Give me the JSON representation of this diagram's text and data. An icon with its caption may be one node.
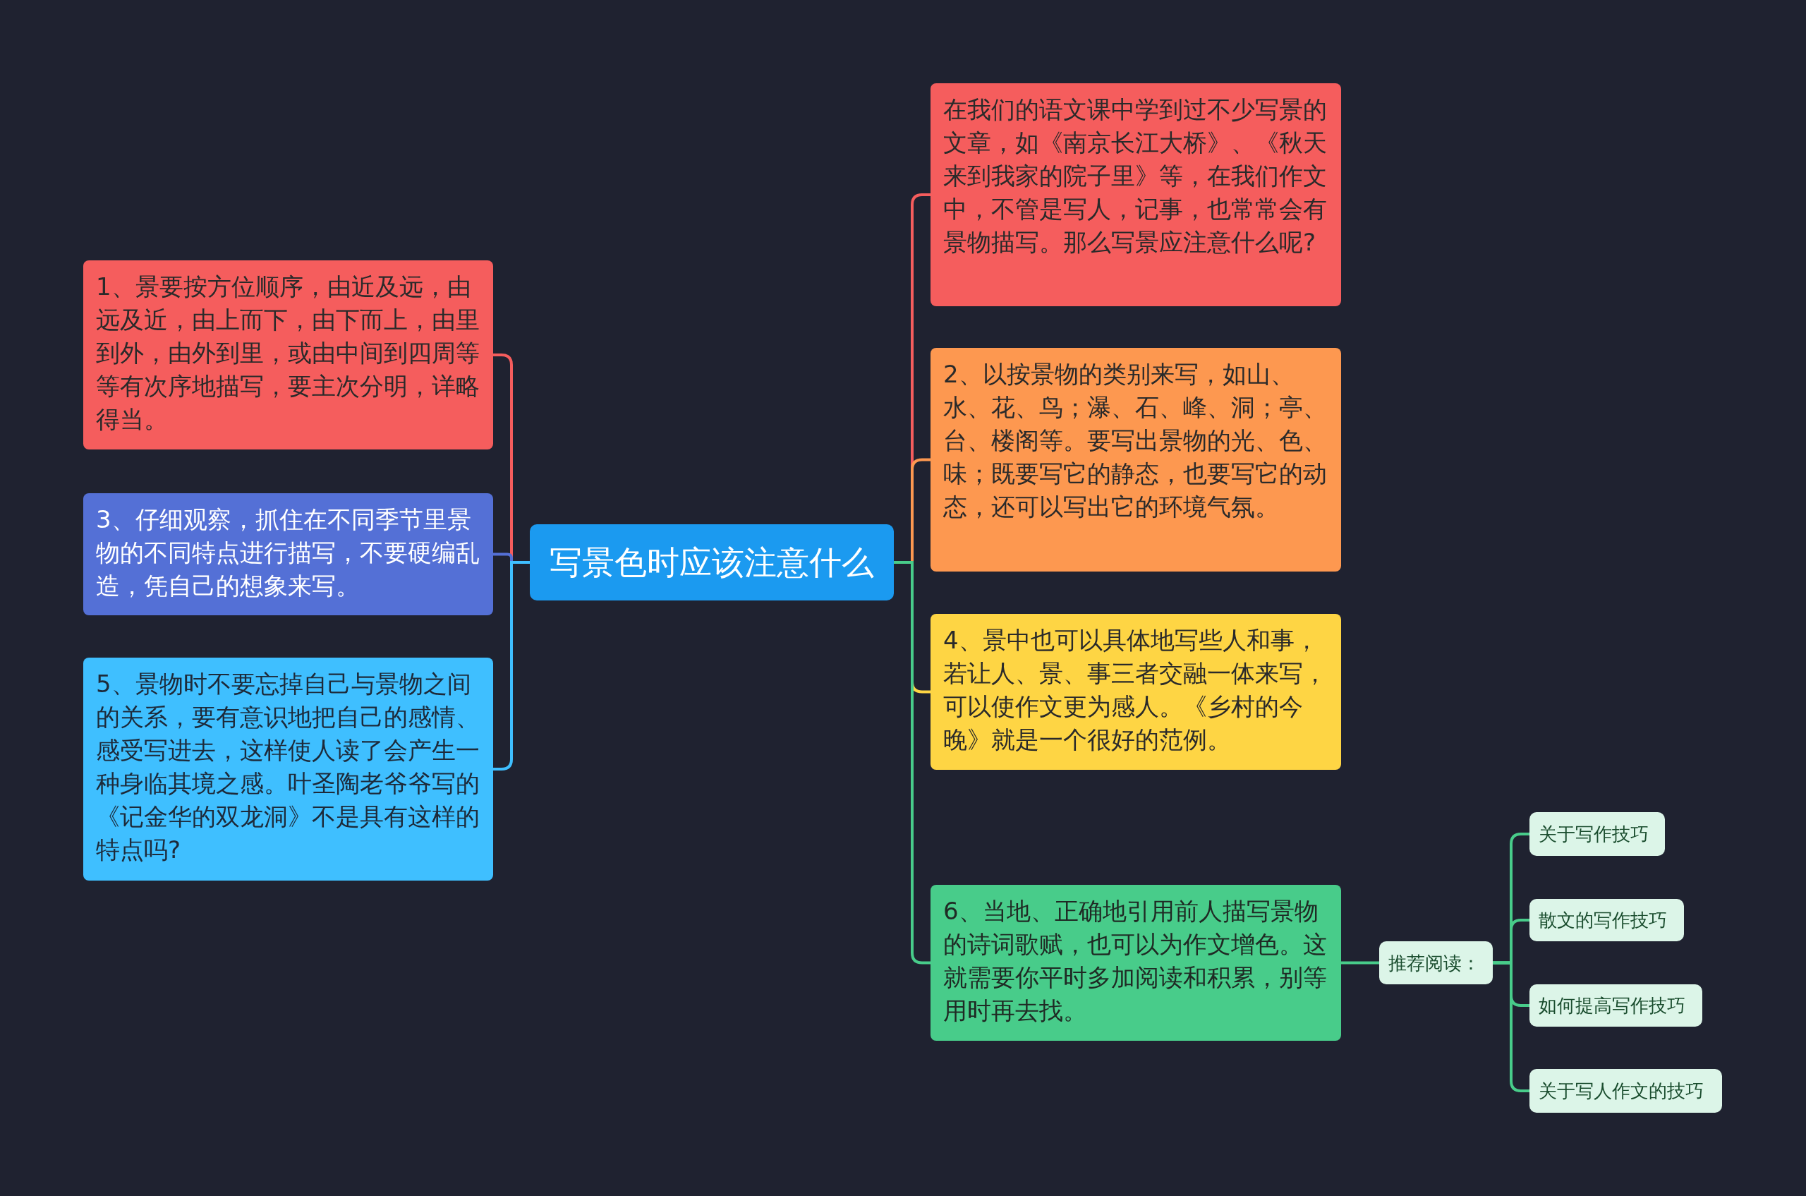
{
  "diagram": {
    "nodes": [
      {
        "text": [
          "写景色时应该注意什么"
        ]
      },
      {
        "text": [
          "在我们的语文课中学到过不少写景的文章，如《南京长江大桥》、《秋天来到我家的院子里》等，在我们作文中，不管是写人，记事，也常常会有景物描写。那么写景应注意什么呢?"
        ]
      },
      {
        "text": [
          "1、景要按方位顺序，由近及远，由远及近，由上而下，由下而上，由里到外，由外到里，或由中间到四周等等有次序地描写，要主次分明，详略得当。"
        ]
      },
      {
        "text": [
          "2、以按景物的类别来写，如山、水、花、鸟；瀑、石、峰、洞；亭、台、楼阁等。要写出景物的光、色、味；既要写它的静态，也要写它的动态，还可以写出它的环境气氛。"
        ]
      },
      {
        "text": [
          "3、仔细观察，抓住在不同季节里景物的不同特点进行描写，不要硬编乱造，凭自己的想象来写。"
        ]
      },
      {
        "text": [
          "4、景中也可以具体地写些人和事，若让人、景、事三者交融一体来写，可以使作文更为感人。《乡村的今晚》就是一个很好的范例。"
        ]
      },
      {
        "text": [
          "5、景物时不要忘掉自己与景物之间的关系，要有意识地把自己的感情、感受写进去，这样使人读了会产生一种身临其境之感。叶圣陶老爷爷写的《记金华的双龙洞》不是具有这样的特点吗?"
        ]
      },
      {
        "text": [
          "6、当地、正确地引用前人描写景物的诗词歌赋，也可以为作文增色。这就需要你平时多加阅读和积累，别等用时再去找。"
        ]
      },
      {
        "text": [
          "推荐阅读："
        ]
      },
      {
        "text": [
          "关于写作技巧"
        ]
      },
      {
        "text": [
          "散文的写作技巧"
        ]
      },
      {
        "text": [
          "如何提高写作技巧"
        ]
      },
      {
        "text": [
          "关于写人作文的技巧"
        ]
      }
    ],
    "edges": [
      {
        "from": 0,
        "to": 1,
        "arrow": "none",
        "color": "#f55d5d"
      },
      {
        "from": 0,
        "to": 2,
        "arrow": "none",
        "color": "#f55d5d"
      },
      {
        "from": 0,
        "to": 3,
        "arrow": "none",
        "color": "#fd9850"
      },
      {
        "from": 0,
        "to": 4,
        "arrow": "none",
        "color": "#5470d6"
      },
      {
        "from": 0,
        "to": 5,
        "arrow": "none",
        "color": "#fed544"
      },
      {
        "from": 0,
        "to": 6,
        "arrow": "none",
        "color": "#3fbfff"
      },
      {
        "from": 0,
        "to": 7,
        "arrow": "none",
        "color": "#48cc8a"
      },
      {
        "from": 7,
        "to": 8,
        "arrow": "none",
        "color": "#48cc8a"
      },
      {
        "from": 8,
        "to": 9,
        "arrow": "none",
        "color": "#48cc8a"
      },
      {
        "from": 8,
        "to": 10,
        "arrow": "none",
        "color": "#48cc8a"
      },
      {
        "from": 8,
        "to": 11,
        "arrow": "none",
        "color": "#48cc8a"
      },
      {
        "from": 8,
        "to": 12,
        "arrow": "none",
        "color": "#48cc8a"
      }
    ]
  }
}
